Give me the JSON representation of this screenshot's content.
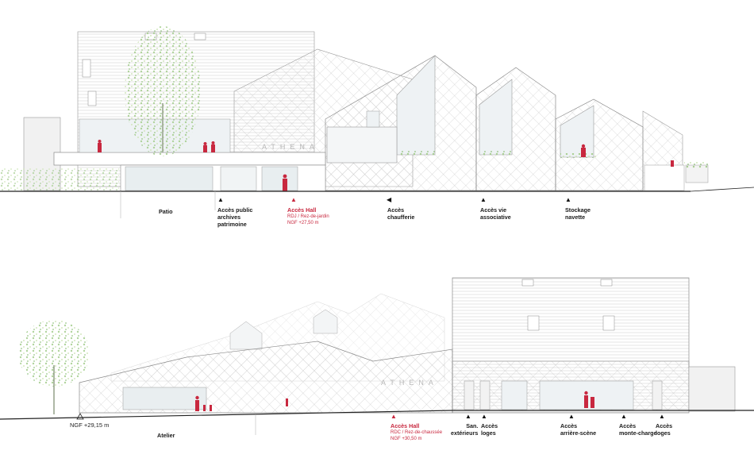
{
  "colors": {
    "accent": "#c8283f",
    "facade_hatch": "#bdbdbd",
    "glass": "#e6ecef",
    "tree": "#9cc28a",
    "ink": "#1a1a1a"
  },
  "top_elevation": {
    "building_sign": "ATHENA",
    "labels": [
      {
        "id": "patio",
        "text": "Patio"
      },
      {
        "id": "public",
        "text": "Accès public\narchives\npatrimoine"
      },
      {
        "id": "hall",
        "text": "Accès Hall",
        "sub1": "RDJ / Rez-de-jardin",
        "sub2": "NGF +27,50 m"
      },
      {
        "id": "chaufferie",
        "text": "Accès\nchaufferie"
      },
      {
        "id": "vie",
        "text": "Accès vie\nassociative"
      },
      {
        "id": "stockage",
        "text": "Stockage\nnavette"
      }
    ]
  },
  "bottom_elevation": {
    "building_sign": "ATHENA",
    "level": "NGF +29,15 m",
    "labels": [
      {
        "id": "atelier",
        "text": "Atelier"
      },
      {
        "id": "hall",
        "text": "Accès Hall",
        "sub1": "RDC / Rez-de-chaussée",
        "sub2": "NGF +30,50 m"
      },
      {
        "id": "san",
        "text": "San.\nextérieurs"
      },
      {
        "id": "loges1",
        "text": "Accès\nloges"
      },
      {
        "id": "arriere",
        "text": "Accès\narrière-scène"
      },
      {
        "id": "monte",
        "text": "Accès\nmonte-charge"
      },
      {
        "id": "loges2",
        "text": "Accès\nloges"
      }
    ]
  }
}
